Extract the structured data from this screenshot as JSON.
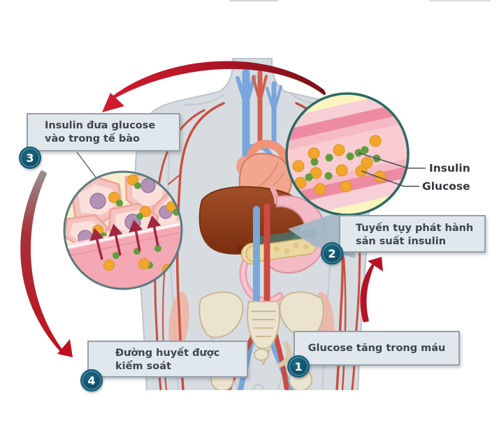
{
  "callouts": {
    "step1": {
      "number": "1",
      "label": "Glucose tăng trong máu"
    },
    "step2": {
      "number": "2",
      "label": "Tuyến tụy phát hành sản suất insulin"
    },
    "step3": {
      "number": "3",
      "label": "Insulin đưa glucose vào trong tế bào"
    },
    "step4": {
      "number": "4",
      "label": "Đường huyết được kiểm soát"
    }
  },
  "vessel_inset": {
    "insulin_label": "Insulin",
    "glucose_label": "Glucose"
  },
  "colors": {
    "badge_teal": "#11516a",
    "box_background": "#e0e8ee",
    "box_border": "#96a0a9",
    "cycle_arrow_red": "#c01525",
    "glucose_dot_orange": "#f2a62c",
    "insulin_dot_green": "#5f9e3e",
    "vessel_pink": "#f6bac5",
    "inset_background_yellow": "#faf5c0"
  }
}
